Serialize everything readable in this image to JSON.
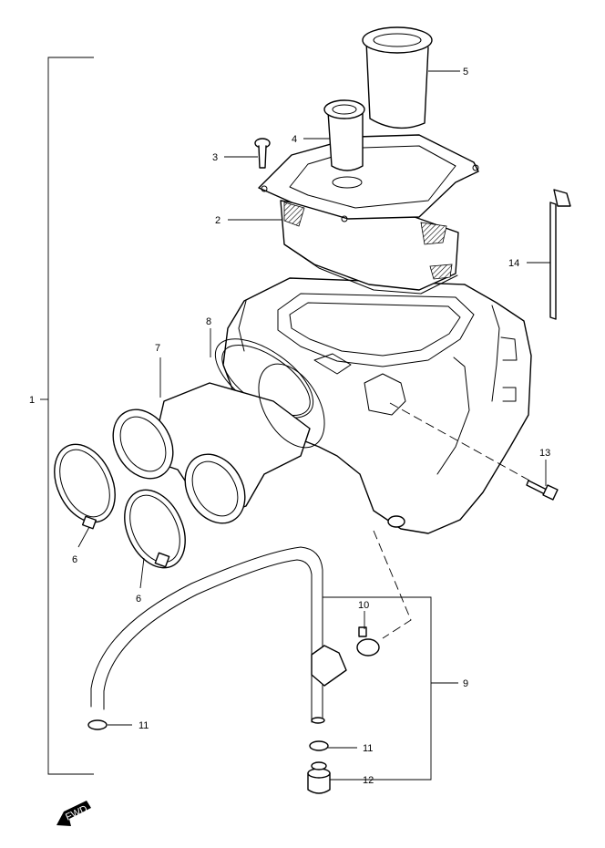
{
  "callouts": [
    {
      "id": "1",
      "text": "1"
    },
    {
      "id": "2",
      "text": "2"
    },
    {
      "id": "3",
      "text": "3"
    },
    {
      "id": "4",
      "text": "4"
    },
    {
      "id": "5",
      "text": "5"
    },
    {
      "id": "6a",
      "text": "6"
    },
    {
      "id": "6b",
      "text": "6"
    },
    {
      "id": "7",
      "text": "7"
    },
    {
      "id": "8",
      "text": "8"
    },
    {
      "id": "9",
      "text": "9"
    },
    {
      "id": "10",
      "text": "10"
    },
    {
      "id": "11a",
      "text": "11"
    },
    {
      "id": "11b",
      "text": "11"
    },
    {
      "id": "12",
      "text": "12"
    },
    {
      "id": "13",
      "text": "13"
    },
    {
      "id": "14",
      "text": "14"
    }
  ],
  "direction_badge": {
    "text": "FWD",
    "icon": "forward-arrow-icon"
  }
}
